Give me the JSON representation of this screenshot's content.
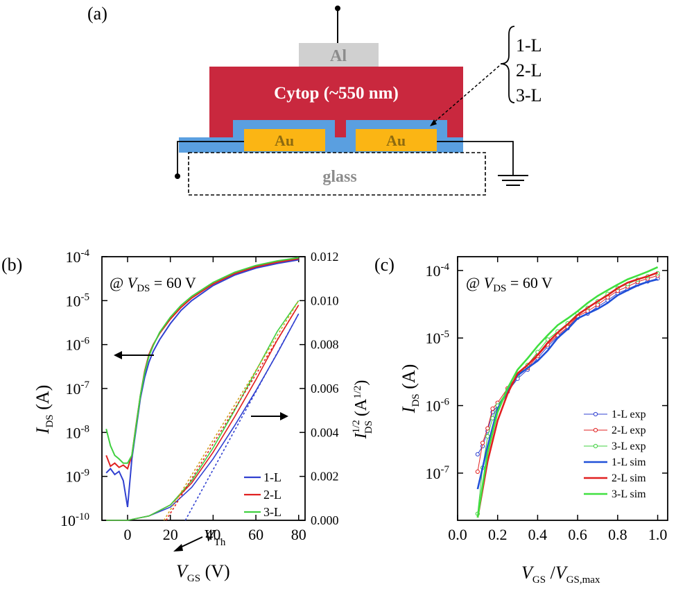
{
  "panel_a": {
    "label": "(a)",
    "layers": {
      "al": "Al",
      "cytop": "Cytop (~550 nm)",
      "au_left": "Au",
      "au_right": "Au",
      "glass": "glass"
    },
    "brace_items": [
      "1-L",
      "2-L",
      "3-L"
    ],
    "colors": {
      "cytop": "#c9283e",
      "al": "#d0d0d0",
      "sam": "#5a9fe0",
      "au": "#fbb514",
      "glass_text": "#8c8c8c"
    }
  },
  "chart_data": [
    {
      "type": "line",
      "panel_label": "(b)",
      "annotation": {
        "prefix": "@ ",
        "var": "V",
        "sub": "DS",
        "suffix": " = 60 V"
      },
      "vth_label": {
        "var": "V",
        "sub": "Th"
      },
      "xlabel": {
        "var": "V",
        "sub": "GS",
        "unit": " (V)"
      },
      "ylabel_left": {
        "var": "I",
        "sub": "DS",
        "unit": " (A)"
      },
      "ylabel_right": {
        "var": "I",
        "sup": "1/2",
        "sub": "DS",
        "unit": " (A",
        "unit_sup": "1/2",
        "unit_end": ")"
      },
      "xlim": [
        -12,
        83
      ],
      "ylim_left_log": [
        1e-10,
        0.0001
      ],
      "ylim_right": [
        0,
        0.012
      ],
      "xticks": [
        "0",
        "20",
        "40",
        "60",
        "80"
      ],
      "yticks_left": [
        {
          "base": "10",
          "exp": "-4"
        },
        {
          "base": "10",
          "exp": "-5"
        },
        {
          "base": "10",
          "exp": "-6"
        },
        {
          "base": "10",
          "exp": "-7"
        },
        {
          "base": "10",
          "exp": "-8"
        },
        {
          "base": "10",
          "exp": "-9"
        },
        {
          "base": "10",
          "exp": "-10"
        }
      ],
      "yticks_right": [
        "0.012",
        "0.010",
        "0.008",
        "0.006",
        "0.004",
        "0.002",
        "0.000"
      ],
      "legend": [
        "1-L",
        "2-L",
        "3-L"
      ],
      "series": [
        {
          "name": "1-L",
          "color": "#3040d0",
          "log_x": [
            -10,
            -8,
            -6,
            -4,
            -2,
            0,
            2,
            4,
            6,
            8,
            10,
            12,
            15,
            20,
            25,
            30,
            40,
            50,
            60,
            70,
            80
          ],
          "log_y": [
            1.2e-09,
            1.5e-09,
            1.1e-09,
            1.3e-09,
            8e-10,
            2e-10,
            2.5e-09,
            1.2e-08,
            6e-08,
            1.8e-07,
            4e-07,
            7e-07,
            1.3e-06,
            3e-06,
            6e-06,
            1e-05,
            2.2e-05,
            3.8e-05,
            5.5e-05,
            7e-05,
            8.5e-05
          ],
          "sqrt_x": [
            -10,
            0,
            10,
            20,
            30,
            40,
            50,
            60,
            70,
            80
          ],
          "sqrt_y": [
            0.0,
            0.0,
            0.0002,
            0.0006,
            0.0015,
            0.0028,
            0.0043,
            0.0059,
            0.0076,
            0.0094
          ]
        },
        {
          "name": "2-L",
          "color": "#e02020",
          "log_x": [
            -10,
            -8,
            -6,
            -4,
            -2,
            0,
            2,
            4,
            6,
            8,
            10,
            12,
            15,
            20,
            25,
            30,
            40,
            50,
            60,
            70,
            80
          ],
          "log_y": [
            3e-09,
            1.7e-09,
            2e-09,
            1.6e-09,
            1.8e-09,
            1.5e-09,
            3e-09,
            1.5e-08,
            7e-08,
            2.5e-07,
            6e-07,
            1e-06,
            1.8e-06,
            3.8e-06,
            7e-06,
            1.15e-05,
            2.4e-05,
            4.1e-05,
            5.9e-05,
            7.5e-05,
            9e-05
          ],
          "sqrt_x": [
            -10,
            0,
            10,
            20,
            30,
            40,
            50,
            60,
            70,
            80
          ],
          "sqrt_y": [
            0.0,
            0.0,
            0.0002,
            0.0007,
            0.0017,
            0.0031,
            0.0047,
            0.0064,
            0.0082,
            0.0098
          ]
        },
        {
          "name": "3-L",
          "color": "#40d040",
          "log_x": [
            -10,
            -8,
            -6,
            -4,
            -2,
            0,
            2,
            4,
            6,
            8,
            10,
            12,
            15,
            20,
            25,
            30,
            40,
            50,
            60,
            70,
            80
          ],
          "log_y": [
            1.2e-08,
            5e-09,
            3e-09,
            2.5e-09,
            2e-09,
            2e-09,
            3e-09,
            1.4e-08,
            7e-08,
            2.3e-07,
            5.5e-07,
            9.5e-07,
            1.9e-06,
            4.2e-06,
            7.8e-06,
            1.25e-05,
            2.6e-05,
            4.4e-05,
            6.3e-05,
            8e-05,
            9.5e-05
          ],
          "sqrt_x": [
            -10,
            0,
            10,
            20,
            30,
            40,
            50,
            60,
            70,
            80
          ],
          "sqrt_y": [
            0.0,
            0.0,
            0.0002,
            0.0007,
            0.0018,
            0.0033,
            0.005,
            0.0068,
            0.0086,
            0.01
          ]
        }
      ],
      "fit_lines": [
        {
          "color": "#3040d0",
          "x": [
            27,
            80
          ],
          "y": [
            0.0,
            0.0094
          ]
        },
        {
          "color": "#e02020",
          "x": [
            18,
            80
          ],
          "y": [
            0.0,
            0.0098
          ]
        },
        {
          "color": "#d0a020",
          "x": [
            17,
            80
          ],
          "y": [
            0.0,
            0.01
          ]
        }
      ]
    },
    {
      "type": "line",
      "panel_label": "(c)",
      "annotation": {
        "prefix": "@ ",
        "var": "V",
        "sub": "DS",
        "suffix": " = 60 V"
      },
      "xlabel": {
        "var": "V",
        "sub": "GS",
        "mid": " /",
        "var2": "V",
        "sub2": "GS,max"
      },
      "ylabel": {
        "var": "I",
        "sub": "DS",
        "unit": " (A)"
      },
      "xlim": [
        0.0,
        1.05
      ],
      "ylim_log": [
        2e-08,
        0.00016
      ],
      "xticks": [
        "0.0",
        "0.2",
        "0.4",
        "0.6",
        "0.8",
        "1.0"
      ],
      "yticks": [
        {
          "base": "10",
          "exp": "-4"
        },
        {
          "base": "10",
          "exp": "-5"
        },
        {
          "base": "10",
          "exp": "-6"
        },
        {
          "base": "10",
          "exp": "-7"
        }
      ],
      "legend": [
        "1-L exp",
        "2-L exp",
        "3-L exp",
        "1-L sim",
        "2-L sim",
        "3-L sim"
      ],
      "series": [
        {
          "name": "1-L exp",
          "color": "#3040d0",
          "marker": true,
          "x": [
            0.1,
            0.125,
            0.15,
            0.175,
            0.2,
            0.25,
            0.3,
            0.35,
            0.4,
            0.45,
            0.5,
            0.55,
            0.6,
            0.65,
            0.7,
            0.75,
            0.8,
            0.85,
            0.9,
            0.95,
            1.0
          ],
          "y": [
            1.9e-07,
            2.5e-07,
            4.2e-07,
            8e-07,
            1e-06,
            1.6e-06,
            2.5e-06,
            3.4e-06,
            5e-06,
            7.5e-06,
            1.05e-05,
            1.4e-05,
            2e-05,
            2.3e-05,
            2.9e-05,
            3.6e-05,
            4.6e-05,
            5.3e-05,
            6.2e-05,
            6.9e-05,
            7.6e-05
          ]
        },
        {
          "name": "2-L exp",
          "color": "#e02020",
          "marker": true,
          "x": [
            0.1,
            0.125,
            0.15,
            0.175,
            0.2,
            0.25,
            0.3,
            0.35,
            0.4,
            0.45,
            0.5,
            0.55,
            0.6,
            0.65,
            0.7,
            0.75,
            0.8,
            0.85,
            0.9,
            0.95,
            1.0
          ],
          "y": [
            1.05e-07,
            2.8e-07,
            4.6e-07,
            9e-07,
            1.1e-06,
            1.8e-06,
            2.8e-06,
            3.6e-06,
            5.4e-06,
            8e-06,
            1.1e-05,
            1.45e-05,
            2.1e-05,
            2.5e-05,
            3.1e-05,
            4e-05,
            5e-05,
            5.8e-05,
            6.8e-05,
            7.6e-05,
            8.4e-05
          ]
        },
        {
          "name": "3-L exp",
          "color": "#40d040",
          "marker": true,
          "x": [
            0.1,
            0.125,
            0.15,
            0.175,
            0.2,
            0.25,
            0.3,
            0.35,
            0.4,
            0.45,
            0.5,
            0.55,
            0.6,
            0.65,
            0.7,
            0.75,
            0.8,
            0.85,
            0.9,
            0.95,
            1.0
          ],
          "y": [
            2.5e-08,
            1.2e-07,
            3.5e-07,
            6.5e-07,
            1e-06,
            1.7e-06,
            2.8e-06,
            4e-06,
            6.2e-06,
            9.5e-06,
            1.25e-05,
            1.65e-05,
            2.3e-05,
            2.8e-05,
            3.5e-05,
            4.5e-05,
            5.5e-05,
            6.3e-05,
            7.3e-05,
            8.2e-05,
            9.1e-05
          ]
        },
        {
          "name": "1-L sim",
          "color": "#2050d8",
          "marker": false,
          "x": [
            0.1,
            0.15,
            0.2,
            0.25,
            0.3,
            0.35,
            0.4,
            0.45,
            0.5,
            0.55,
            0.6,
            0.65,
            0.7,
            0.75,
            0.8,
            0.85,
            0.9,
            0.95,
            1.0
          ],
          "y": [
            5.8e-08,
            2.5e-07,
            9e-07,
            1.6e-06,
            2.8e-06,
            3.6e-06,
            4.6e-06,
            6.5e-06,
            1e-05,
            1.35e-05,
            1.95e-05,
            2.3e-05,
            2.7e-05,
            3.3e-05,
            4.3e-05,
            5.1e-05,
            6e-05,
            6.8e-05,
            7.4e-05
          ]
        },
        {
          "name": "2-L sim",
          "color": "#e02020",
          "marker": false,
          "x": [
            0.1,
            0.15,
            0.2,
            0.25,
            0.3,
            0.35,
            0.4,
            0.45,
            0.5,
            0.55,
            0.6,
            0.65,
            0.7,
            0.75,
            0.8,
            0.85,
            0.9,
            0.95,
            1.0
          ],
          "y": [
            2.2e-08,
            1.5e-07,
            6e-07,
            1.5e-06,
            3e-06,
            4e-06,
            5.6e-06,
            8.5e-06,
            1.2e-05,
            1.6e-05,
            2.2e-05,
            2.8e-05,
            3.5e-05,
            4.3e-05,
            5.5e-05,
            6.6e-05,
            7.4e-05,
            8.2e-05,
            9.3e-05
          ]
        },
        {
          "name": "3-L sim",
          "color": "#40e040",
          "marker": false,
          "x": [
            0.1,
            0.15,
            0.2,
            0.25,
            0.3,
            0.35,
            0.4,
            0.45,
            0.5,
            0.55,
            0.6,
            0.65,
            0.7,
            0.75,
            0.8,
            0.85,
            0.9,
            0.95,
            1.0
          ],
          "y": [
            2.2e-08,
            2e-07,
            8e-07,
            1.8e-06,
            3.4e-06,
            5e-06,
            7.6e-06,
            1.1e-05,
            1.55e-05,
            1.95e-05,
            2.5e-05,
            3.3e-05,
            4.2e-05,
            5.1e-05,
            6.2e-05,
            7.4e-05,
            8.4e-05,
            9.6e-05,
            0.000112
          ]
        }
      ]
    }
  ]
}
